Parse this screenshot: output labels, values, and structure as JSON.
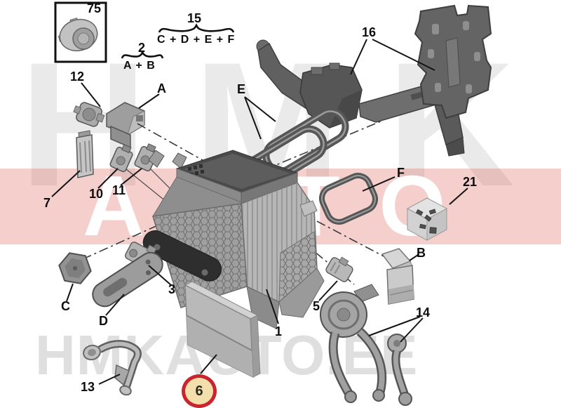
{
  "diagram": {
    "callouts": {
      "c75": "75",
      "c15": "15",
      "c15_formula": "C + D + E + F",
      "c2": "2",
      "c2_formula": "A + B",
      "c12": "12",
      "cA": "A",
      "cE": "E",
      "c16": "16",
      "cF": "F",
      "c21": "21",
      "cB": "B",
      "c7": "7",
      "c10": "10",
      "c11": "11",
      "c1": "1",
      "c3": "3",
      "c5": "5",
      "cC": "C",
      "cD": "D",
      "c13": "13",
      "c14": "14",
      "c6": "6"
    },
    "highlight": {
      "label": "6",
      "ring_color": "#c9252e",
      "fill_color": "#f3dfac"
    },
    "watermarks": {
      "top": "HMK",
      "band": "AUTO",
      "band_color": "#dc5f55",
      "bottom": "HMKAUTO.EE"
    }
  }
}
